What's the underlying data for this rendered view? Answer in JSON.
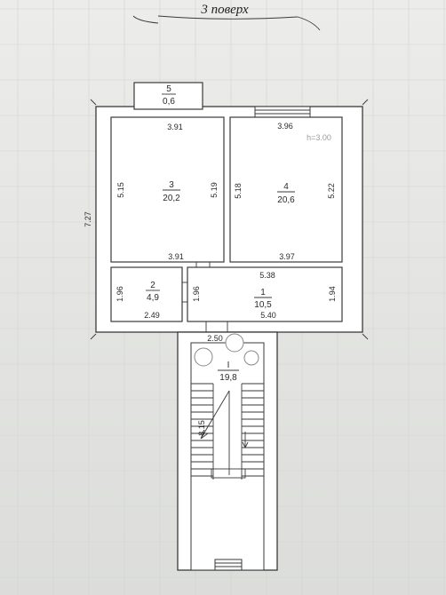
{
  "title": "3 поверх",
  "height_note": "h=3.00",
  "rooms": [
    {
      "id": "5",
      "area": "0,6"
    },
    {
      "id": "3",
      "area": "20,2"
    },
    {
      "id": "4",
      "area": "20,6"
    },
    {
      "id": "2",
      "area": "4,9"
    },
    {
      "id": "1",
      "area": "10,5"
    },
    {
      "id": "I",
      "area": "19,8"
    }
  ],
  "dimensions": {
    "room3_top": "3.91",
    "room3_left": "5.15",
    "room3_right": "5.19",
    "room3_bottom": "3.91",
    "room4_top": "3.96",
    "room4_left": "5.18",
    "room4_right": "5.22",
    "room4_bottom": "3.97",
    "corridor_top": "5.38",
    "corridor_bottom": "5.40",
    "corridor_left": "1.96",
    "corridor_right": "1.94",
    "room2_left": "1.96",
    "room2_bottom": "2.49",
    "overall_left": "7.27",
    "stair_width": "2.50",
    "stair_length": "8.15"
  },
  "colors": {
    "line": "#3a3a3a",
    "paper": "#e6e7e4",
    "grid": "#d3d4d1"
  }
}
